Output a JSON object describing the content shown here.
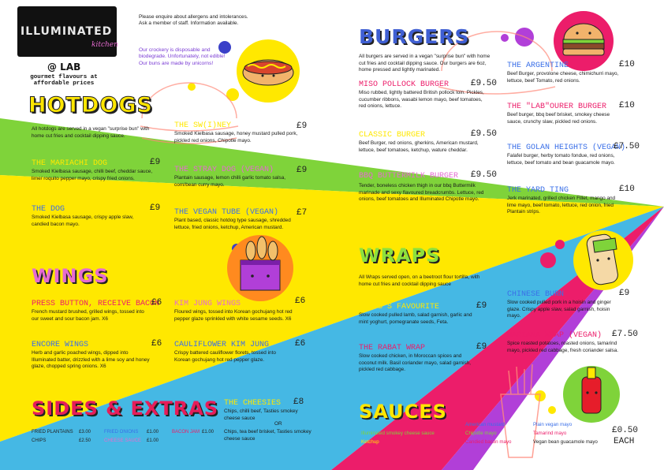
{
  "brand": {
    "logo_text": "ILLUMINATED",
    "logo_script": "kitchen",
    "at_label": "@ LAB",
    "tagline": "gourmet flavours at affordable prices"
  },
  "notices": {
    "allergens": "Please enquire about allergens and intolerances. Ask a member of staff. Information available.",
    "crockery": "Our crockery is disposable and biodegrade. Unfortunately, not edible! Our buns are made by unicorns!"
  },
  "colors": {
    "green": "#7fd33a",
    "yellow": "#ffe800",
    "blue": "#45b8e4",
    "pink": "#ec1d6a",
    "purple": "#b13fd8"
  },
  "hotdogs": {
    "title": "HOTDOGS",
    "intro": "All hotdogs are served in a vegan \"surprise bun\" with home cut fries and cocktail dipping sauce.",
    "items": [
      {
        "name": "THE MARIACHI DOG",
        "price": "£9",
        "desc": "Smoked Kielbasa sausage, chilli beef, cheddar sauce, lime/ roquito pepper mayo, crispy fried onions."
      },
      {
        "name": "THE DOG",
        "price": "£9",
        "desc": "Smoked Kielbasa sausage, crispy apple slaw, candied bacon mayo."
      },
      {
        "name": "THE SW(I)NEY",
        "price": "£9",
        "desc": "Smoked Kielbasa sausage, honey mustard pulled pork, pickled red onions, Chipotle mayo."
      },
      {
        "name": "THE STRAY DOG (VEGAN)",
        "price": "£9",
        "desc": "Plantain sausage, lemon chilli garlic tomato salsa, corn/bean curry mayo."
      },
      {
        "name": "THE VEGAN TUBE (VEGAN)",
        "price": "£7",
        "desc": "Plant based, classic hotdog type sausage, shredded lettuce, fried onions, ketchup, American mustard."
      }
    ]
  },
  "wings": {
    "title": "WINGS",
    "items": [
      {
        "name": "PRESS BUTTON, RECEIVE BACON",
        "price": "£6",
        "desc": "French mustard brushed, grilled wings, tossed into our sweet and sour bacon jam. X6"
      },
      {
        "name": "ENCORE WINGS",
        "price": "£6",
        "desc": "Herb and garlic poached wings, dipped into Illuminated batter, drizzled with a lime soy and honey glaze, chopped spring onions. X6"
      },
      {
        "name": "KIM JUNG WINGS",
        "price": "£6",
        "desc": "Floured wings, tossed into Korean gochujang hot red pepper glaze sprinkled with white sesame seeds. X6"
      },
      {
        "name": "CAULIFLOWER KIM JUNG",
        "price": "£6",
        "desc": "Crispy battered cauliflower florets, tossed into Korean gochujang hot red pepper glaze."
      }
    ]
  },
  "sides": {
    "title": "SIDES & EXTRAS",
    "items": [
      {
        "name": "FRIED PLANTAINS",
        "price": "£3.00"
      },
      {
        "name": "CHIPS",
        "price": "£2.50"
      },
      {
        "name": "FRIED ONIONS",
        "price": "£1.00"
      },
      {
        "name": "CHEESE SAUCE",
        "price": "£1.00"
      },
      {
        "name": "BACON JAM",
        "price": "£1.00"
      }
    ],
    "cheesies": {
      "name": "THE CHEESIES",
      "price": "£8",
      "desc1": "Chips, chilli beef, Tasties smokey cheese sauce",
      "or": "OR",
      "desc2": "Chips, tea beef brisket, Tasties smokey cheese sauce"
    }
  },
  "burgers": {
    "title": "BURGERS",
    "intro": "All burgers are served in a vegan \"surprise bun\" with home cut fries and cocktail dipping sauce. Our burgers are 6oz, home pressed and lightly marinated.",
    "items": [
      {
        "name": "MISO POLLOCK BURGER",
        "price": "£9.50",
        "desc": "Miso rubbed, lightly battered British pollock loin. Pickles, cucumber ribbons, wasabi lemon mayo, beef tomatoes, red onions, lettuce."
      },
      {
        "name": "CLASSIC BURGER",
        "price": "£9.50",
        "desc": "Beef Burger, red onions, gherkins, American mustard, lettuce, beef tomatoes, ketchup, wature cheddar."
      },
      {
        "name": "BBQ BUTTERMILK BURGER",
        "price": "£9.50",
        "desc": "Tender, boneless chicken thigh in our bbq Buttermilk marinade and sexy flavoured breadcrumbs. Lettuce, red onions, beef tomatoes and Illuminated Chipotle mayo."
      },
      {
        "name": "THE ARGENTINE",
        "price": "£10",
        "desc": "Beef Burger, provolone cheese, chimichurri mayo, lettuce, beef Tomato, red onions."
      },
      {
        "name": "THE \"LAB\"OURER BURGER",
        "price": "£10",
        "desc": "Beef burger, bbq beef brisket, smokey cheese sauce, crunchy slaw, pickled red onions."
      },
      {
        "name": "THE GOLAN HEIGHTS (VEGAN)",
        "price": "£7.50",
        "desc": "Falafel burger, herby tomato fondue, red onions, lettuce, beef tomato and bean guacamole mayo."
      },
      {
        "name": "THE YARD TING",
        "price": "£10",
        "desc": "Jerk marinated, grilled chicken Fillet, mango and lime mayo, beef tomato, lettuce, red onion, fried Plantain strips."
      }
    ]
  },
  "wraps": {
    "title": "WRAPS",
    "intro": "All Wraps served open, on a beetroot flour tortilla, with home cut fries and cocktail dipping sauce",
    "items": [
      {
        "name": "JESUS'S FAVOURITE",
        "price": "£9",
        "desc": "Slow cooked pulled lamb, salad garnish, garlic and mint yoghurt, pomegranate seeds, Feta."
      },
      {
        "name": "THE RABAT WRAP",
        "price": "£9",
        "desc": "Slow cooked chicken, in Moroccan spices and coconut milk. Basil coriander mayo, salad garnish, pickled red cabbage."
      },
      {
        "name": "CHINESE BURN",
        "price": "£9",
        "desc": "Slow cooked pulled pork in a hoisin and ginger glaze. Crispy apple slaw, salad garnish, hoisin mayo."
      },
      {
        "name": "MARIANA WRAP (VEGAN)",
        "price": "£7.50",
        "desc": "Spice roasted potatoes, roasted onions, tamarind mayo, pickled red cabbage, fresh coriander salsa."
      }
    ]
  },
  "sauces": {
    "title": "SAUCES",
    "col1": [
      "Illuminated smokey cheese sauce",
      "Ketchup"
    ],
    "col2": [
      "American mustard",
      "Chipotle mayo",
      "Candied bacon mayo"
    ],
    "col3": [
      "Plain vegan mayo",
      "Tamarind mayo",
      "Vegan bean guacamole mayo"
    ],
    "price": "£0.50",
    "each": "EACH"
  }
}
